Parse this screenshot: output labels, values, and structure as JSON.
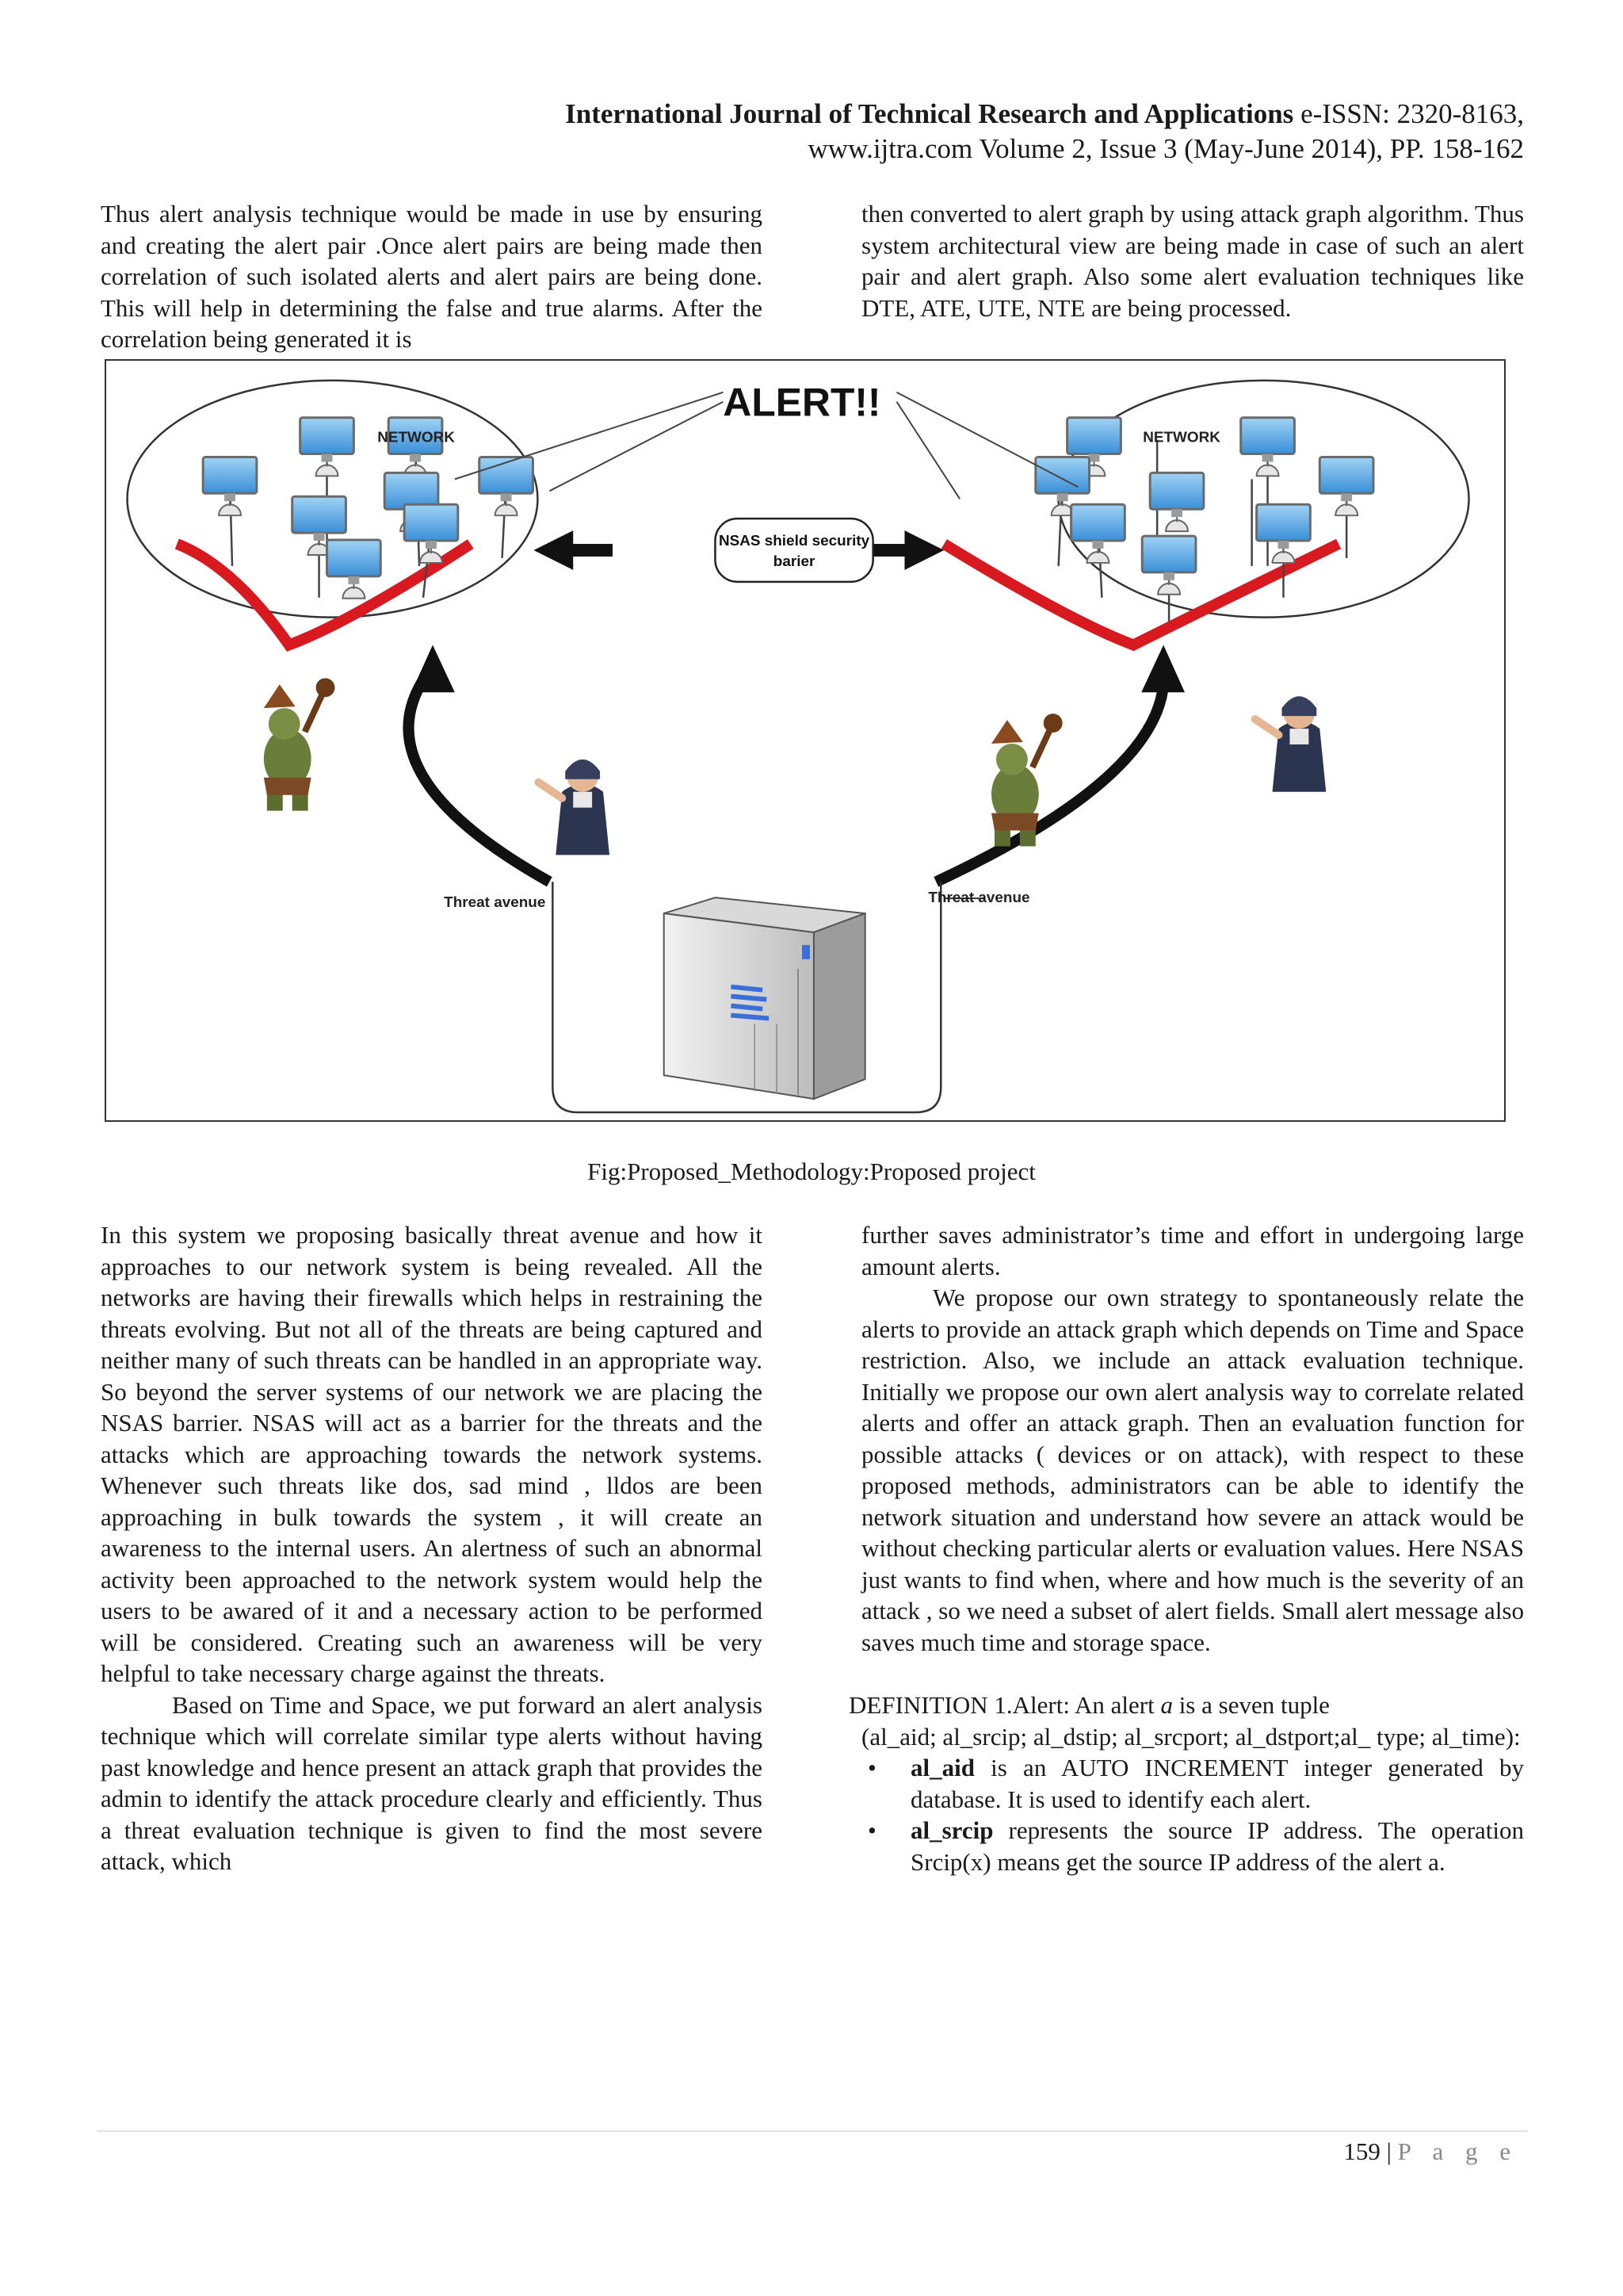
{
  "header": {
    "journal_bold": "International Journal of Technical Research and Applications",
    "issn": " e-ISSN: 2320-8163,",
    "line2": "www.ijtra.com Volume 2, Issue 3  (May-June 2014), PP. 158-162"
  },
  "top_left_text": "Thus alert analysis technique would be made in use by ensuring and creating the alert pair .Once alert pairs are being made then correlation of such isolated alerts and alert pairs are being done. This will help in determining the false and true alarms. After the correlation being generated it is",
  "top_right_text": "then converted to alert graph by using attack graph algorithm. Thus system architectural view are being made in case of such an alert pair and alert graph. Also some alert evaluation techniques like DTE, ATE, UTE, NTE are being processed.",
  "figure": {
    "alert_label": "ALERT!!",
    "network_left": "NETWORK",
    "network_right": "NETWORK",
    "shield_line1": "NSAS shield security",
    "shield_line2": "barier",
    "threat_left": "Threat avenue",
    "threat_right": "Threat avenue"
  },
  "caption": "Fig:Proposed_Methodology:Proposed project",
  "bottom_left": {
    "p1": "In this system we proposing basically threat avenue  and how it approaches to our network system is being revealed. All the networks are having their firewalls which  helps  in restraining the threats evolving. But not all of the threats are being captured and neither many of such threats can be handled in an appropriate way. So beyond the server systems of our network we are placing the NSAS barrier. NSAS will act as a barrier for the threats and the attacks which are approaching towards the network systems. Whenever such threats like dos, sad mind ,   lldos  are been approaching in bulk towards the system ,  it will create an awareness to the internal users. An alertness of such an abnormal activity been approached to the network system would help the users to be awared of it and a necessary action to be performed will be considered. Creating such an awareness  will be very  helpful to take necessary charge against the threats.",
    "p2": "Based on Time and Space, we put forward an alert analysis technique which will correlate similar type alerts without having past knowledge and hence present an attack graph that provides the admin to identify the attack procedure clearly and efficiently. Thus a threat evaluation technique is given to find the most severe attack, which"
  },
  "bottom_right": {
    "p1": "further saves administrator’s time and effort in undergoing large amount alerts.",
    "p2": "We propose our own strategy to spontaneously relate the alerts to provide an attack graph which depends on Time and Space restriction. Also, we include an attack evaluation technique. Initially we propose our own alert analysis way to correlate related alerts and offer  an attack graph. Then an evaluation function for possible attacks ( devices or on attack), with respect to these proposed methods, administrators can be able to identify the network situation and understand how severe  an attack would be without checking particular alerts or evaluation values. Here NSAS just wants to find when, where and how much is the severity of an attack , so we need a  subset of alert fields. Small alert message also saves much time and storage space.",
    "def_prefix": "DEFINITION 1.Alert: An alert ",
    "def_var": "a",
    "def_suffix": " is a seven tuple",
    "tuple": "(al_aid; al_srcip; al_dstip; al_srcport; al_dstport;al_ type; al_time):",
    "bullet_glyph": "•",
    "bullets": [
      {
        "term": "al_aid",
        "text": " is an AUTO INCREMENT integer generated by database. It is used to identify each alert."
      },
      {
        "term": "al_srcip",
        "text": " represents the source IP address. The operation Srcip(x) means get the source IP address of the alert a."
      }
    ]
  },
  "footer": {
    "page_number": "159",
    "separator": " | ",
    "page_word": "P a g e"
  }
}
